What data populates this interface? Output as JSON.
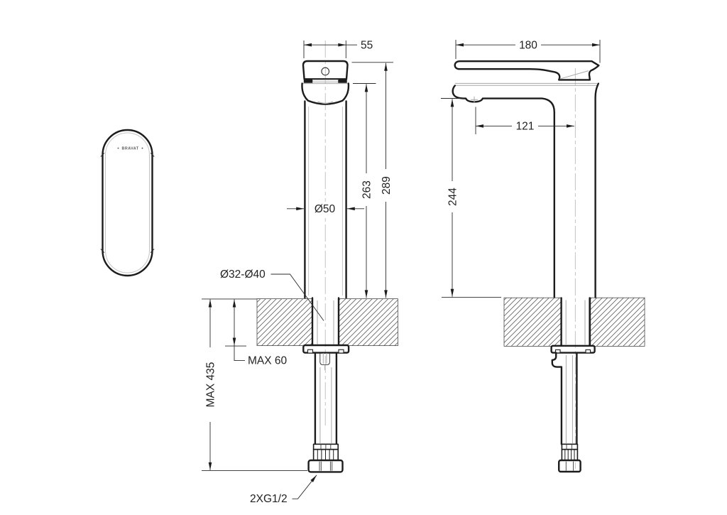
{
  "brand": {
    "logo_text": "BRAVAT"
  },
  "colors": {
    "line": "#1c1c1c",
    "dimension": "#2b2b2b",
    "soft_gray": "#a8a8a8",
    "hatch": "#4a4a4a",
    "background": "#ffffff"
  },
  "dims": {
    "spout_width": "55",
    "column_diameter": "Ø50",
    "spout_base_height": "263",
    "overall_height": "289",
    "mount_hole": "Ø32-Ø40",
    "deck_thickness": "MAX 60",
    "install_length": "MAX 435",
    "inlet_thread": "2XG1/2",
    "overall_depth": "180",
    "spout_reach": "121",
    "spout_height": "244"
  }
}
